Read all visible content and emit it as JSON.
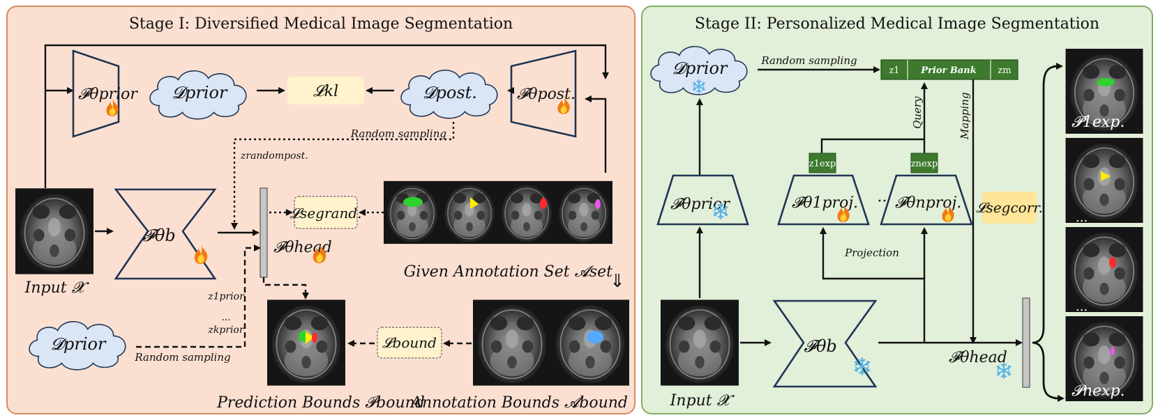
{
  "stage1": {
    "title": "Stage I: Diversified Medical Image Segmentation",
    "bg_color": "#fbe0d2",
    "prior_encoder": "𝓕θprior",
    "posterior_encoder": "𝓕θpost.",
    "prior_dist": "𝓓prior",
    "posterior_dist": "𝓓post.",
    "kl_loss": "𝓛kl",
    "backbone": "𝓕θb",
    "head": "𝓕θhead",
    "rand_loss": "𝓛segrand.",
    "bound_loss": "𝓛bound",
    "random_sampling_top": "Random sampling",
    "random_sampling_bottom": "Random sampling",
    "z_post": "zrandompost.",
    "z_prior_1": "z1prior",
    "z_prior_dots": "...",
    "z_prior_k": "zkprior",
    "input_label": "Input 𝓧",
    "annotation_set_label": "Given Annotation Set 𝓐set",
    "prediction_bounds_label": "Prediction Bounds 𝓟bound",
    "annotation_bounds_label": "Annotation Bounds 𝓐bound",
    "down_arrow": "⇓"
  },
  "stage2": {
    "title": "Stage II: Personalized Medical Image Segmentation",
    "bg_color": "#e2efd9",
    "prior_dist": "𝓓prior",
    "random_sampling": "Random sampling",
    "prior_bank": "Prior Bank",
    "bank_z1": "z1",
    "bank_zm": "zm",
    "query": "Query",
    "mapping": "Mapping",
    "z1_exp": "z1exp",
    "zn_exp": "znexp",
    "prior_encoder": "𝓕θprior",
    "proj1": "𝓕θ1proj.",
    "projn": "𝓕θnproj.",
    "proj_dots": "···",
    "corr_loss": "𝓛segcorr.",
    "projection": "Projection",
    "input_label": "Input 𝓧",
    "backbone": "𝓕θb",
    "head": "𝓕θhead",
    "out1": "𝓟1exp.",
    "outn": "𝓟nexp.",
    "out_dots_1": "...",
    "out_dots_2": "..."
  },
  "colors": {
    "line": "#111111",
    "box_stroke": "#1f3552",
    "cloud_fill": "#dae5f6",
    "loss_fill": "#fff2cc",
    "bank_fill": "#3d7a2e",
    "fire": "#f27a12",
    "snow": "#5ab4e6"
  },
  "mask_colors": [
    "#2fd12f",
    "#ffee00",
    "#ff2a2a",
    "#ee55ee",
    "#55aaff"
  ]
}
